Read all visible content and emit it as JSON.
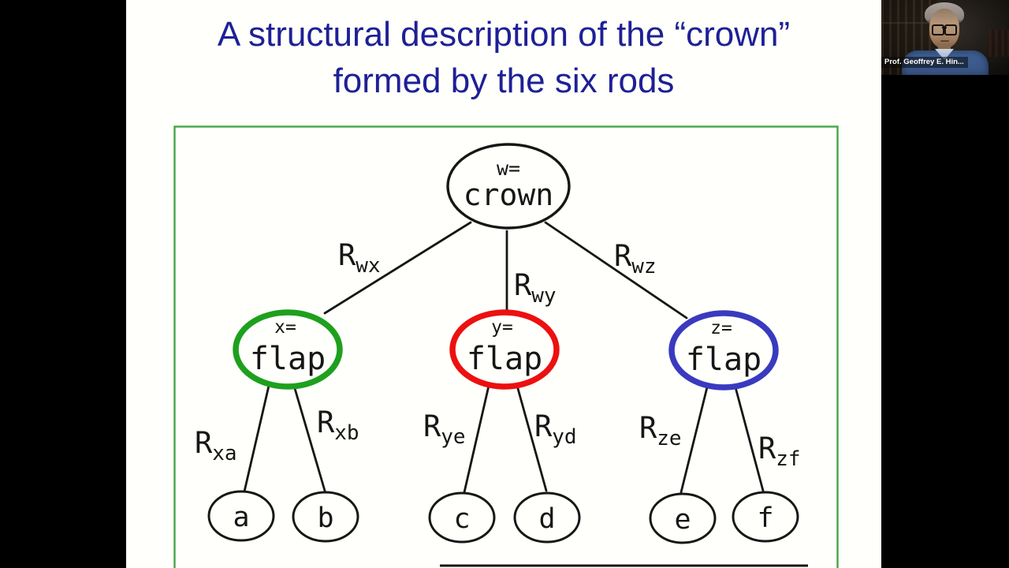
{
  "app": {
    "letterbox_color": "#000000",
    "slide_bg": "#fffffb"
  },
  "title": {
    "line1": "A structural description of the “crown”",
    "line2": "formed by the six rods",
    "color": "#1e2096"
  },
  "webcam": {
    "name": "Prof. Geoffrey E. Hin..."
  },
  "figure": {
    "frame_color": "#46a546",
    "ink_color": "#161616",
    "root": {
      "prefix": "w=",
      "word": "crown",
      "stroke": "#161616"
    },
    "flaps": [
      {
        "prefix": "x=",
        "word": "flap",
        "stroke": "#1ea01e"
      },
      {
        "prefix": "y=",
        "word": "flap",
        "stroke": "#ec1010"
      },
      {
        "prefix": "z=",
        "word": "flap",
        "stroke": "#3a3ac0"
      }
    ],
    "leaves": [
      "a",
      "b",
      "c",
      "d",
      "e",
      "f"
    ],
    "relations": {
      "wx": {
        "main": "R",
        "sub": "wx"
      },
      "wy": {
        "main": "R",
        "sub": "wy"
      },
      "wz": {
        "main": "R",
        "sub": "wz"
      },
      "xa": {
        "main": "R",
        "sub": "xa"
      },
      "xb": {
        "main": "R",
        "sub": "xb"
      },
      "ye": {
        "main": "R",
        "sub": "ye"
      },
      "yd": {
        "main": "R",
        "sub": "yd"
      },
      "ze": {
        "main": "R",
        "sub": "ze"
      },
      "zf": {
        "main": "R",
        "sub": "zf"
      }
    }
  }
}
